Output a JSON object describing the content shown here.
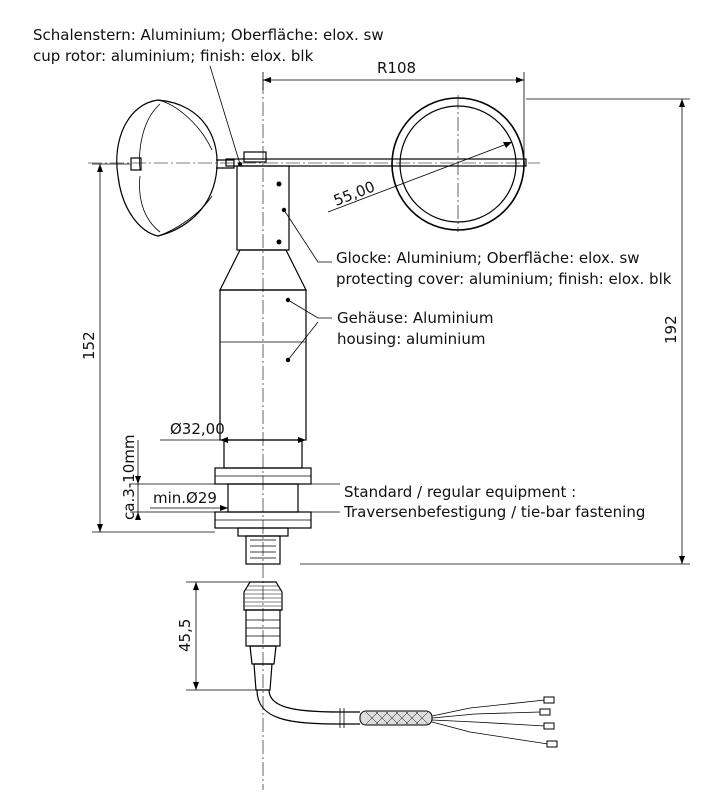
{
  "labels": {
    "cup_rotor_de": "Schalenstern: Aluminium; Oberfläche: elox. sw",
    "cup_rotor_en": "cup rotor: aluminium; finish: elox. blk",
    "cover_de": "Glocke: Aluminium; Oberfläche: elox. sw",
    "cover_en": "protecting cover: aluminium; finish: elox. blk",
    "housing_de": "Gehäuse: Aluminium",
    "housing_en": "housing: aluminium",
    "mount_standard": "Standard / regular equipment :",
    "mount_tiebar": "Traversenbefestigung / tie-bar fastening"
  },
  "dimensions": {
    "radius": "R108",
    "cup_diameter": "55,00",
    "height_152": "152",
    "height_192": "192",
    "shaft_diameter": "Ø32,00",
    "min_diameter": "min.Ø29",
    "clamp_range": "ca.3-10mm",
    "connector_length": "45,5"
  }
}
